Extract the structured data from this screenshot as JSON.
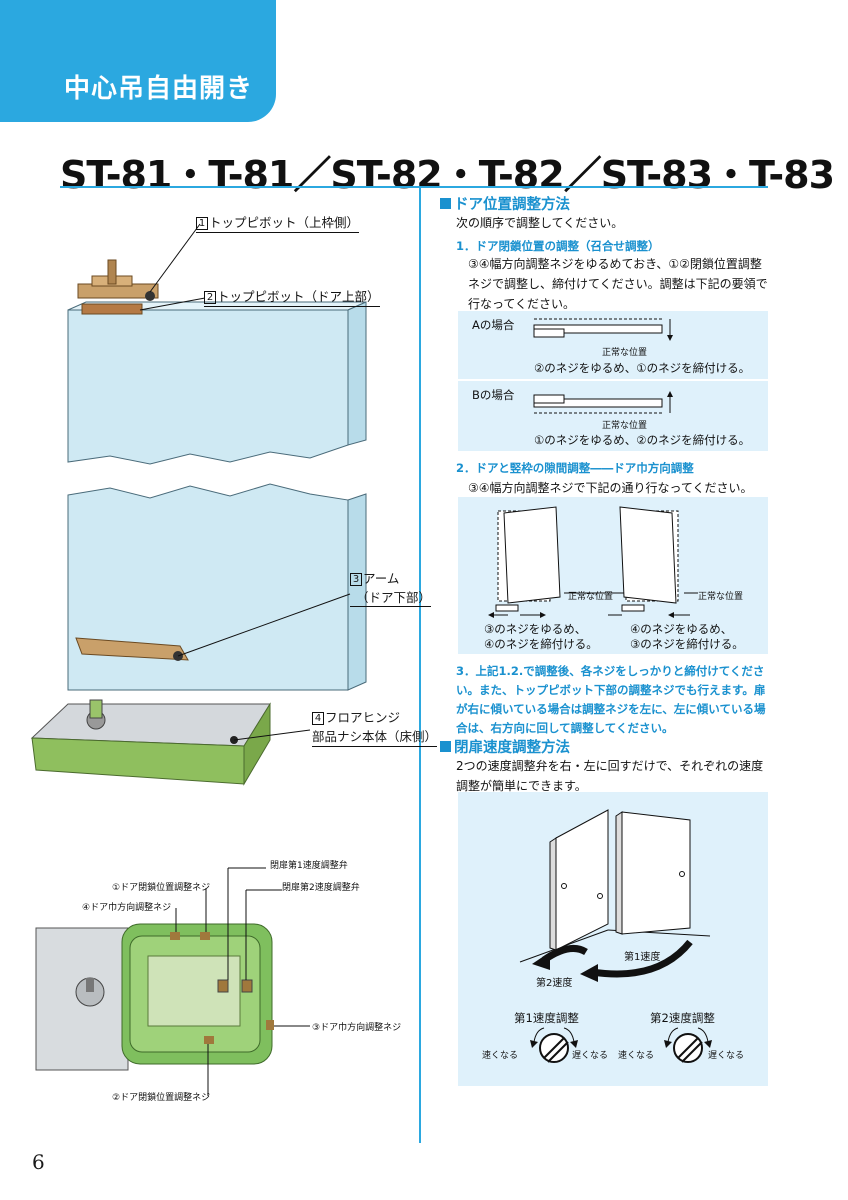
{
  "header": {
    "section_title": "中心吊自由開き"
  },
  "model_title": "ST-81・T-81／ST-82・T-82／ST-83・T-83",
  "left": {
    "labels": {
      "top_pivot_upper": {
        "num": "1",
        "text": "トップピボット（上枠側）"
      },
      "top_pivot_door": {
        "num": "2",
        "text": "トップピボット（ドア上部）"
      },
      "arm_line1": {
        "num": "3",
        "text": "アーム"
      },
      "arm_line2": "（ドア下部）",
      "floor_hinge_line1": {
        "num": "4",
        "text": "フロアヒンジ"
      },
      "floor_hinge_line2": "部品ナシ本体（床側）"
    },
    "detail_labels": {
      "close_speed_1": "閉扉第1速度調整弁",
      "close_speed_2": "閉扉第2速度調整弁",
      "door_close_pos_1": "①ドア閉鎖位置調整ネジ",
      "door_width_4": "④ドア巾方向調整ネジ",
      "door_width_3": "③ドア巾方向調整ネジ",
      "door_close_pos_2": "②ドア閉鎖位置調整ネジ"
    }
  },
  "right": {
    "section1": {
      "title": "ドア位置調整方法",
      "intro": "次の順序で調整してください。",
      "step1": {
        "title": "1．ドア閉鎖位置の調整（召合せ調整）",
        "body": "③④幅方向調整ネジをゆるめておき、①②閉鎖位置調整ネジで調整し、締付けてください。調整は下記の要領で行なってください。",
        "case_a": {
          "label": "Aの場合",
          "normal": "正常な位置",
          "caption": "②のネジをゆるめ、①のネジを締付ける。"
        },
        "case_b": {
          "label": "Bの場合",
          "normal": "正常な位置",
          "caption": "①のネジをゆるめ、②のネジを締付ける。"
        }
      },
      "step2": {
        "title": "2．ドアと竪枠の隙間調整――ドア巾方向調整",
        "body": "③④幅方向調整ネジで下記の通り行なってください。",
        "left": {
          "normal": "正常な位置",
          "cap1": "③のネジをゆるめ、",
          "cap2": "④のネジを締付ける。"
        },
        "right": {
          "normal": "正常な位置",
          "cap1": "④のネジをゆるめ、",
          "cap2": "③のネジを締付ける。"
        }
      },
      "step3": "3．上記1.2.で調整後、各ネジをしっかりと締付けてください。また、トップピボット下部の調整ネジでも行えます。扉が右に傾いている場合は調整ネジを左に、左に傾いている場合は、右方向に回して調整してください。"
    },
    "section2": {
      "title": "閉扉速度調整方法",
      "body": "2つの速度調整弁を右・左に回すだけで、それぞれの速度調整が簡単にできます。",
      "speed1": "第1速度",
      "speed2": "第2速度",
      "adj1": {
        "title": "第1速度調整",
        "fast": "速くなる",
        "slow": "遅くなる"
      },
      "adj2": {
        "title": "第2速度調整",
        "fast": "速くなる",
        "slow": "遅くなる"
      }
    }
  },
  "page_number": "6"
}
